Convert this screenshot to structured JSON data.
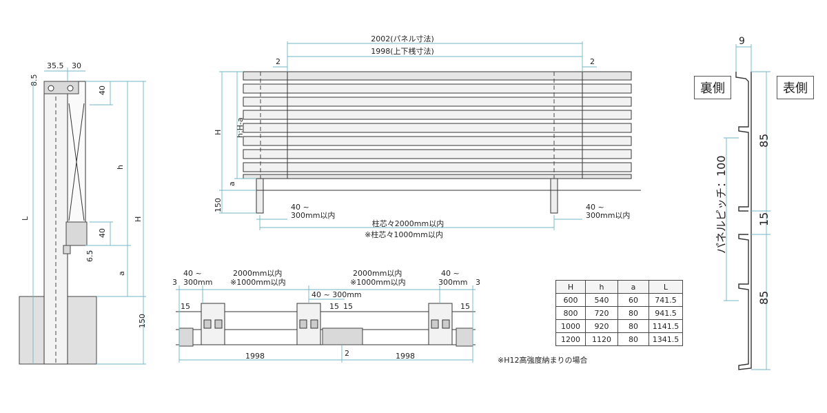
{
  "side_view": {
    "dim_35_5": "35.5",
    "dim_30": "30",
    "dim_8_5": "8.5",
    "dim_40_top": "40",
    "dim_40_bottom": "40",
    "dim_6_5": "6.5",
    "label_h": "h",
    "label_H": "H",
    "label_a": "a",
    "label_L": "L",
    "dim_150": "150"
  },
  "front_view": {
    "panel_dim": "2002(パネル寸法)",
    "rail_dim": "1998(上下桟寸法)",
    "dim_2_left": "2",
    "dim_2_right": "2",
    "label_H": "H",
    "label_h": "h:H-a",
    "label_a": "a",
    "dim_150": "150",
    "offset_left_1": "40 ~",
    "offset_left_2": "300mm以内",
    "offset_right_1": "40 ~",
    "offset_right_2": "300mm以内",
    "post_center_1": "柱芯々2000mm以内",
    "post_center_2": "※柱芯々1000mm以内"
  },
  "plan_view": {
    "left_3": "3",
    "left_offset_1": "40 ~",
    "left_offset_2": "300mm",
    "span1_1": "2000mm以内",
    "span1_2": "※1000mm以内",
    "span2_1": "2000mm以内",
    "span2_2": "※1000mm以内",
    "middle_offset": "40 ~ 300mm",
    "right_offset_1": "40 ~",
    "right_offset_2": "300mm",
    "right_3": "3",
    "dim_15_a": "15",
    "dim_15_b": "15",
    "dim_15_c": "15",
    "dim_15_d": "15",
    "len_left": "1998",
    "len_right": "1998",
    "gap_2": "2"
  },
  "table": {
    "headers": [
      "H",
      "h",
      "a",
      "L"
    ],
    "rows": [
      [
        "600",
        "540",
        "60",
        "741.5"
      ],
      [
        "800",
        "720",
        "80",
        "941.5"
      ],
      [
        "1000",
        "920",
        "80",
        "1141.5"
      ],
      [
        "1200",
        "1120",
        "80",
        "1341.5"
      ]
    ]
  },
  "note": "※H12高強度納まりの場合",
  "section_view": {
    "dim_9": "9",
    "back_side": "裏側",
    "front_side": "表側",
    "dim_85_top": "85",
    "dim_15": "15",
    "dim_85_bottom": "85",
    "pitch": "パネルピッチ：100"
  }
}
